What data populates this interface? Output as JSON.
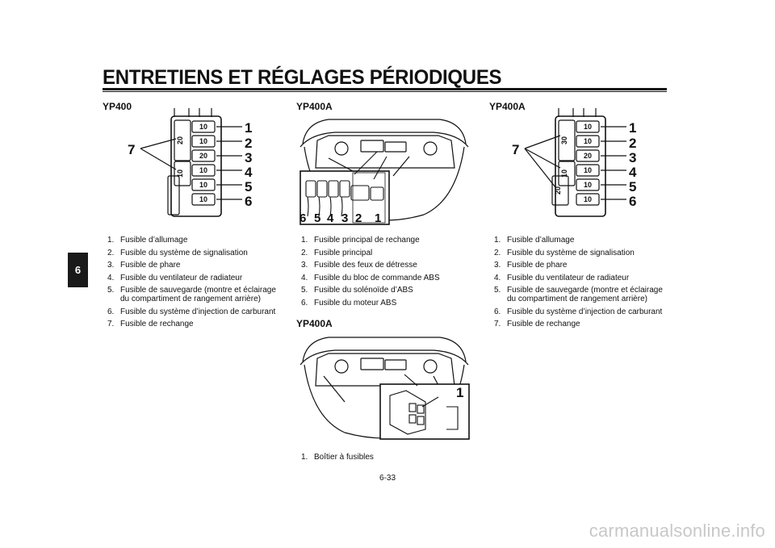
{
  "header": {
    "title": "ENTRETIENS ET RÉGLAGES PÉRIODIQUES"
  },
  "chapter_tab": "6",
  "columns": [
    {
      "model": "YP400",
      "figure": {
        "callouts": [
          "1",
          "2",
          "3",
          "4",
          "5",
          "6",
          "7"
        ],
        "fuse_ratings": [
          "10",
          "10",
          "20",
          "10",
          "10",
          "10"
        ],
        "spare_ratings": [
          "20",
          "10"
        ]
      },
      "legend": [
        {
          "num": "1.",
          "text": "Fusible d’allumage"
        },
        {
          "num": "2.",
          "text": "Fusible du système de signalisation"
        },
        {
          "num": "3.",
          "text": "Fusible de phare"
        },
        {
          "num": "4.",
          "text": "Fusible du ventilateur de radiateur"
        },
        {
          "num": "5.",
          "text": "Fusible de sauvegarde (montre et éclairage du compartiment de rangement arrière)"
        },
        {
          "num": "6.",
          "text": "Fusible du système d’injection de carburant"
        },
        {
          "num": "7.",
          "text": "Fusible de rechange"
        }
      ]
    },
    {
      "model": "YP400A",
      "figure": {
        "callouts": [
          "6",
          "5",
          "4",
          "3",
          "2",
          "1"
        ]
      },
      "legend": [
        {
          "num": "1.",
          "text": "Fusible principal de rechange"
        },
        {
          "num": "2.",
          "text": "Fusible principal"
        },
        {
          "num": "3.",
          "text": "Fusible des feux de détresse"
        },
        {
          "num": "4.",
          "text": "Fusible du bloc de commande ABS"
        },
        {
          "num": "5.",
          "text": "Fusible du solénoïde d’ABS"
        },
        {
          "num": "6.",
          "text": "Fusible du moteur ABS"
        }
      ],
      "second_model": "YP400A",
      "second_figure": {
        "callouts": [
          "1"
        ]
      },
      "second_legend": [
        {
          "num": "1.",
          "text": "Boîtier à fusibles"
        }
      ]
    },
    {
      "model": "YP400A",
      "figure": {
        "callouts": [
          "1",
          "2",
          "3",
          "4",
          "5",
          "6",
          "7"
        ],
        "fuse_ratings": [
          "10",
          "10",
          "20",
          "10",
          "10",
          "10"
        ],
        "spare_ratings": [
          "30",
          "10",
          "20"
        ]
      },
      "legend": [
        {
          "num": "1.",
          "text": "Fusible d’allumage"
        },
        {
          "num": "2.",
          "text": "Fusible du système de signalisation"
        },
        {
          "num": "3.",
          "text": "Fusible de phare"
        },
        {
          "num": "4.",
          "text": "Fusible du ventilateur de radiateur"
        },
        {
          "num": "5.",
          "text": "Fusible de sauvegarde (montre et éclairage du compartiment de rangement arrière)"
        },
        {
          "num": "6.",
          "text": "Fusible du système d’injection de carburant"
        },
        {
          "num": "7.",
          "text": "Fusible de rechange"
        }
      ]
    }
  ],
  "page_number": "6-33",
  "watermark": "carmanualsonline.info"
}
